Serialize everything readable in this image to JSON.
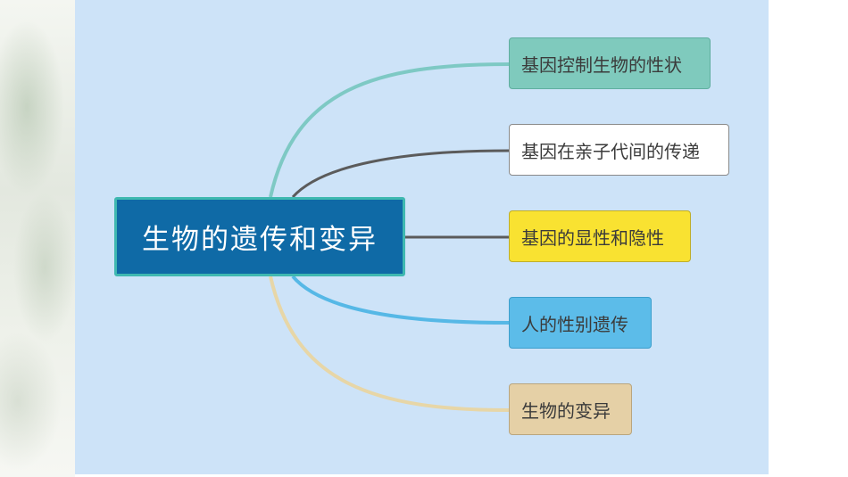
{
  "central_topic": "生物的遗传和变异",
  "branches": [
    {
      "label": "基因控制生物的性状",
      "color": "#7fcabd",
      "line_color": "#7ec9c4"
    },
    {
      "label": "基因在亲子代间的传递",
      "color": "#ffffff",
      "line_color": "#5b5b5b"
    },
    {
      "label": "基因的显性和隐性",
      "color": "#f9e231",
      "line_color": "#5b5b5b"
    },
    {
      "label": "人的性别遗传",
      "color": "#5cbce9",
      "line_color": "#56b8e6"
    },
    {
      "label": "生物的变异",
      "color": "#e5d0a6",
      "line_color": "#e7d6a7"
    }
  ]
}
